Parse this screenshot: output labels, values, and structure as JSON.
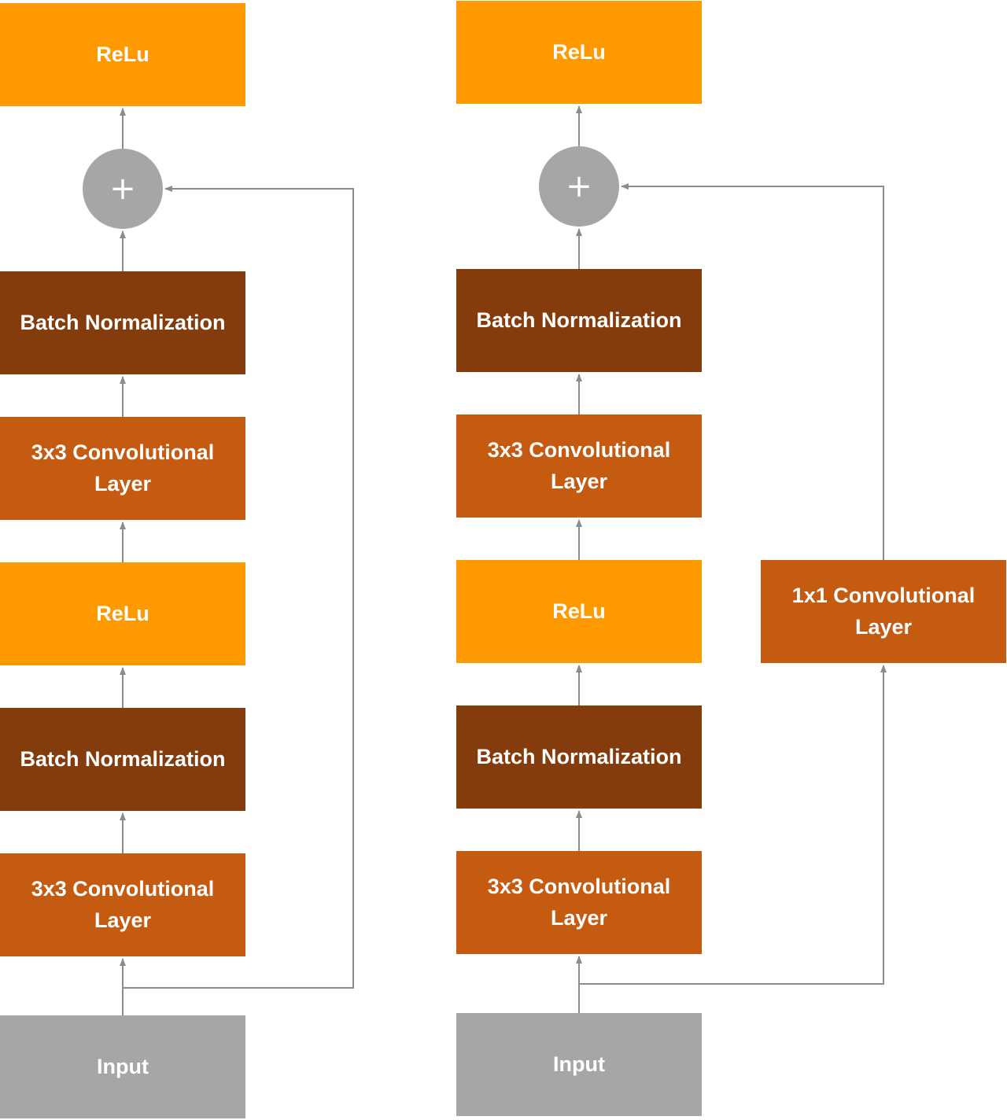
{
  "colors": {
    "relu": "#FF9900",
    "batch_norm": "#843C0C",
    "conv": "#C55A11",
    "input": "#A6A6A6",
    "connector": "#8C8C8C"
  },
  "left_block": {
    "relu_top": "ReLu",
    "sum_symbol": "+",
    "bn_top": "Batch Normalization",
    "conv_top": "3x3 Convolutional Layer",
    "relu_mid": "ReLu",
    "bn_bottom": "Batch Normalization",
    "conv_bottom": "3x3 Convolutional Layer",
    "input": "Input"
  },
  "right_block": {
    "relu_top": "ReLu",
    "sum_symbol": "+",
    "bn_top": "Batch Normalization",
    "conv_top": "3x3 Convolutional Layer",
    "relu_mid": "ReLu",
    "bn_bottom": "Batch Normalization",
    "conv_bottom": "3x3 Convolutional Layer",
    "input": "Input",
    "shortcut_conv": "1x1 Convolutional Layer"
  }
}
